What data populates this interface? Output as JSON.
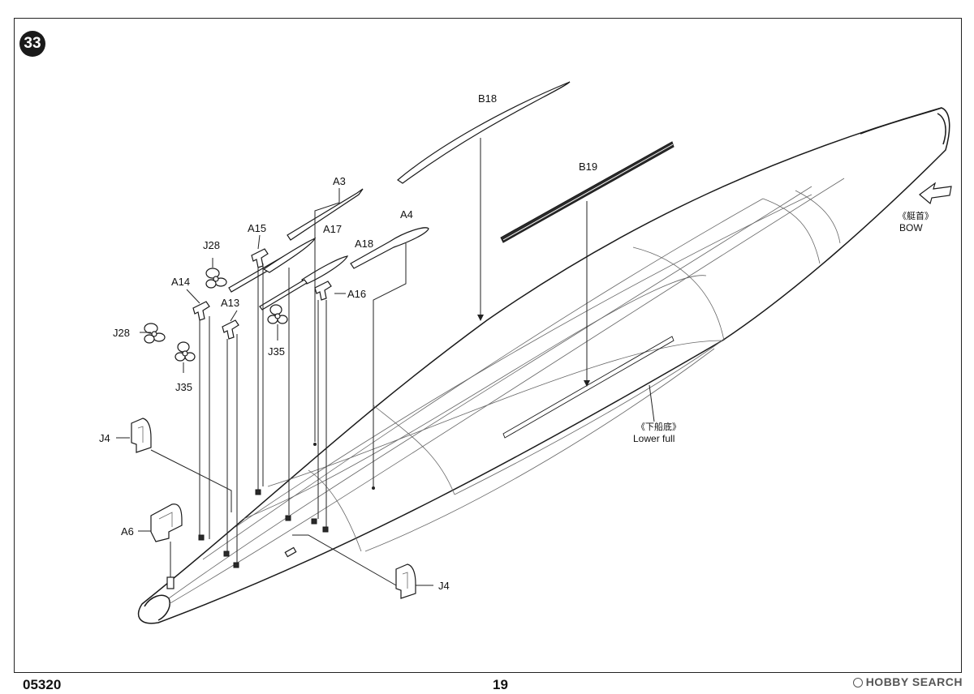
{
  "step_number": "33",
  "parts": {
    "b18": "B18",
    "b19": "B19",
    "a3": "A3",
    "a4": "A4",
    "a15": "A15",
    "a17": "A17",
    "a18": "A18",
    "a16": "A16",
    "a14": "A14",
    "a13": "A13",
    "j28_upper": "J28",
    "j28_lower": "J28",
    "j35_upper": "J35",
    "j35_lower": "J35",
    "j4_upper": "J4",
    "j4_lower": "J4",
    "a6": "A6"
  },
  "notes": {
    "bow_cn": "《艇首》",
    "bow_en": "BOW",
    "lower_hull_cn": "《下船底》",
    "lower_hull_en": "Lower full"
  },
  "footer": {
    "product_code": "05320",
    "page_number": "19",
    "watermark": "HOBBY SEARCH"
  },
  "icons": {
    "bow_direction": "hollow-arrow-icon",
    "step_marker": "step-number-badge"
  }
}
